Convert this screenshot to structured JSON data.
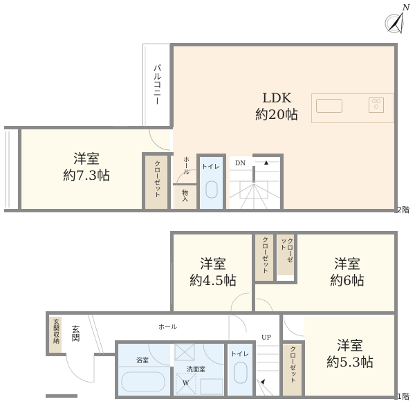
{
  "compass": {
    "label": "N",
    "icon": "north-arrow-icon"
  },
  "floor2": {
    "floor_label": "2階",
    "rooms": {
      "ldk": {
        "name": "LDK",
        "size": "約20帖"
      },
      "western_73": {
        "name": "洋室",
        "size": "約7.3帖"
      },
      "balcony": {
        "name": "バルコニー"
      },
      "closet": {
        "name": "クローゼット"
      },
      "storage": {
        "name": "物入"
      },
      "hall": {
        "name": "ホール"
      },
      "toilet": {
        "name": "トイレ"
      },
      "stairs": {
        "label": "DN"
      }
    }
  },
  "floor1": {
    "floor_label": "1階",
    "rooms": {
      "western_45": {
        "name": "洋室",
        "size": "約4.5帖"
      },
      "western_6": {
        "name": "洋室",
        "size": "約6帖"
      },
      "western_53": {
        "name": "洋室",
        "size": "約5.3帖"
      },
      "closet_a": {
        "name": "クローゼット"
      },
      "closet_b": {
        "name": "クローゼット"
      },
      "closet_c": {
        "name": "クローゼット"
      },
      "entrance_storage": {
        "name": "玄関収納"
      },
      "entrance": {
        "name": "玄関"
      },
      "hall": {
        "name": "ホール"
      },
      "bath": {
        "name": "浴室"
      },
      "washroom": {
        "name": "洗面室",
        "washer_label": "W"
      },
      "toilet": {
        "name": "トイレ"
      },
      "stairs": {
        "label": "UP"
      }
    }
  },
  "colors": {
    "wall": "#8a8a8a",
    "ldk": "#fdf0e0",
    "western": "#fefbec",
    "closet": "#eadfc8",
    "wet_area": "#e6f3fc"
  }
}
